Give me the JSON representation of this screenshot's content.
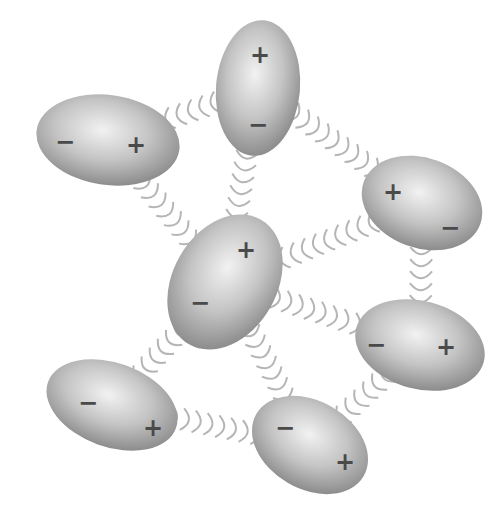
{
  "diagram": {
    "nodes": [
      {
        "text": [
          "+",
          "−"
        ]
      },
      {
        "text": [
          "−",
          "+"
        ]
      },
      {
        "text": [
          "+",
          "−"
        ]
      },
      {
        "text": [
          "+",
          "−"
        ]
      },
      {
        "text": [
          "−",
          "+"
        ]
      },
      {
        "text": [
          "−",
          "+"
        ]
      },
      {
        "text": [
          "−",
          "+"
        ]
      }
    ],
    "edges": [
      {
        "from": 0,
        "to": 1,
        "arrow": "none"
      },
      {
        "from": 0,
        "to": 2,
        "arrow": "none"
      },
      {
        "from": 0,
        "to": 3,
        "arrow": "none"
      },
      {
        "from": 1,
        "to": 3,
        "arrow": "none"
      },
      {
        "from": 2,
        "to": 3,
        "arrow": "none"
      },
      {
        "from": 2,
        "to": 4,
        "arrow": "none"
      },
      {
        "from": 3,
        "to": 4,
        "arrow": "none"
      },
      {
        "from": 3,
        "to": 5,
        "arrow": "none"
      },
      {
        "from": 3,
        "to": 6,
        "arrow": "none"
      },
      {
        "from": 5,
        "to": 6,
        "arrow": "none"
      },
      {
        "from": 4,
        "to": 6,
        "arrow": "none"
      }
    ]
  }
}
